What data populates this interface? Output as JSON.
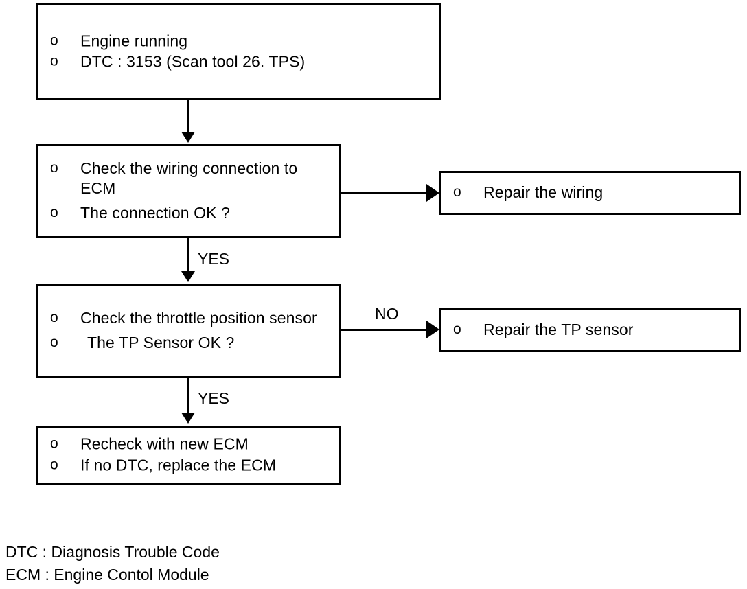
{
  "diagram": {
    "title": "DTC 3153 Throttle Position Sensor Diagnosis Flowchart",
    "bullet_glyph": "o",
    "line_color": "#000000",
    "background_color": "#ffffff"
  },
  "nodes": {
    "start": {
      "name": "start-conditions",
      "lines": [
        "Engine running",
        "DTC : 3153 (Scan tool 26. TPS)"
      ]
    },
    "check_wiring": {
      "name": "check-wiring",
      "lines_a": [
        "Check  the  wiring  connection",
        "to ECM"
      ],
      "line_b": "The connection OK ?"
    },
    "repair_wiring": {
      "name": "repair-wiring",
      "line": "Repair the wiring"
    },
    "check_tps": {
      "name": "check-throttle-position-sensor",
      "lines_a": [
        "Check   the   throttle   position",
        "sensor"
      ],
      "line_b": "The TP Sensor OK ?"
    },
    "repair_tps": {
      "name": "repair-tp-sensor",
      "line": "Repair the TP sensor"
    },
    "replace_ecm": {
      "name": "replace-ecm",
      "lines": [
        "Recheck with new ECM",
        "If no DTC, replace the ECM"
      ]
    }
  },
  "edges": {
    "start_to_wiring": {
      "label": ""
    },
    "wiring_to_repair": {
      "label": ""
    },
    "wiring_to_tps": {
      "label": "YES"
    },
    "tps_to_repair": {
      "label": "NO"
    },
    "tps_to_ecm": {
      "label": "YES"
    }
  },
  "legend": {
    "line1": "DTC : Diagnosis Trouble Code",
    "line2": "ECM : Engine Contol Module"
  }
}
